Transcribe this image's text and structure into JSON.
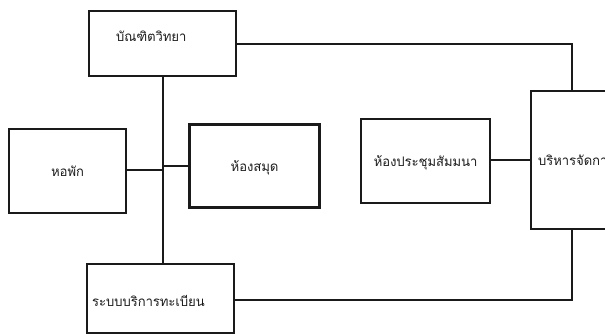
{
  "diagram": {
    "nodes": {
      "graduate_school": "บัณฑิตวิทยา",
      "dormitory": "หอพัก",
      "library": "ห้องสมุด",
      "meeting_room": "ห้องประชุมสัมมนา",
      "administration": "บริหารจัดการ",
      "registration": "ระบบบริการทะเบียน"
    },
    "edges": [
      [
        "graduate_school",
        "registration"
      ],
      [
        "dormitory",
        "registration"
      ],
      [
        "library",
        "registration"
      ],
      [
        "meeting_room",
        "administration"
      ],
      [
        "graduate_school",
        "administration"
      ],
      [
        "registration",
        "administration"
      ]
    ],
    "colors": {
      "line": "#1a1a1a",
      "background": "#ffffff"
    }
  }
}
